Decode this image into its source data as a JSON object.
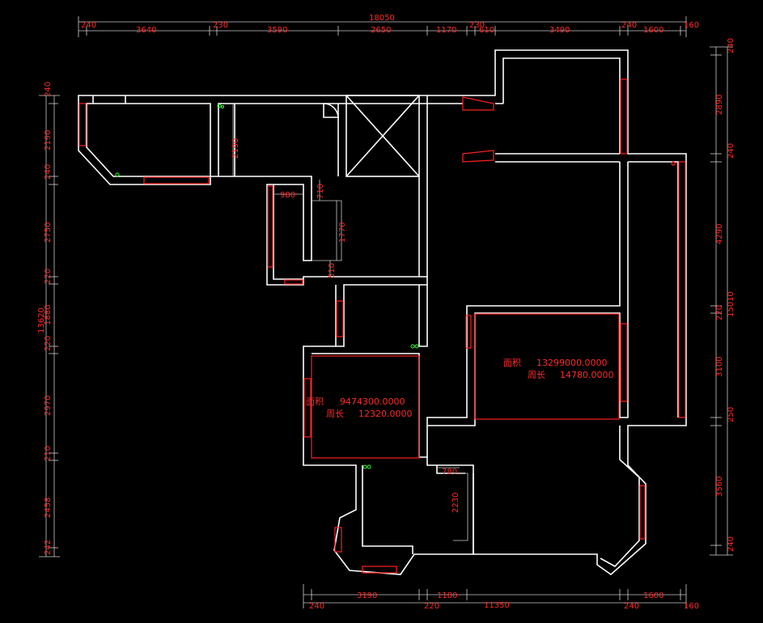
{
  "dimensions": {
    "top_outer": {
      "total": "18050"
    },
    "top_inner": [
      "240",
      "3640",
      "230",
      "3590",
      "2650",
      "1170",
      "230",
      "610",
      "3490",
      "240",
      "1600",
      "160"
    ],
    "left": {
      "total": "13620",
      "parts": [
        "240",
        "2190",
        "240",
        "2750",
        "220",
        "1880",
        "220",
        "2970",
        "210",
        "2458",
        "242"
      ]
    },
    "right": {
      "total": "15010",
      "parts": [
        "240",
        "2890",
        "240",
        "4290",
        "220",
        "3100",
        "250",
        "3560",
        "240"
      ]
    },
    "bottom": {
      "total": "11350",
      "parts": [
        "240",
        "3190",
        "220",
        "1180",
        "240",
        "1600",
        "160"
      ]
    },
    "interior": [
      "2190",
      "980",
      "710",
      "1770",
      "510",
      "780",
      "2230"
    ]
  },
  "rooms": [
    {
      "area_label": "面积",
      "area_value": "13299000.0000",
      "perim_label": "周长",
      "perim_value": "14780.0000"
    },
    {
      "area_label": "面积",
      "area_value": "9474300.0000",
      "perim_label": "周长",
      "perim_value": "12320.0000"
    }
  ],
  "colors": {
    "background": "#000000",
    "wall": "#ffffff",
    "window": "#ff2020",
    "dimension_text": "#ff2a2a",
    "symbol": "#33ff33"
  }
}
